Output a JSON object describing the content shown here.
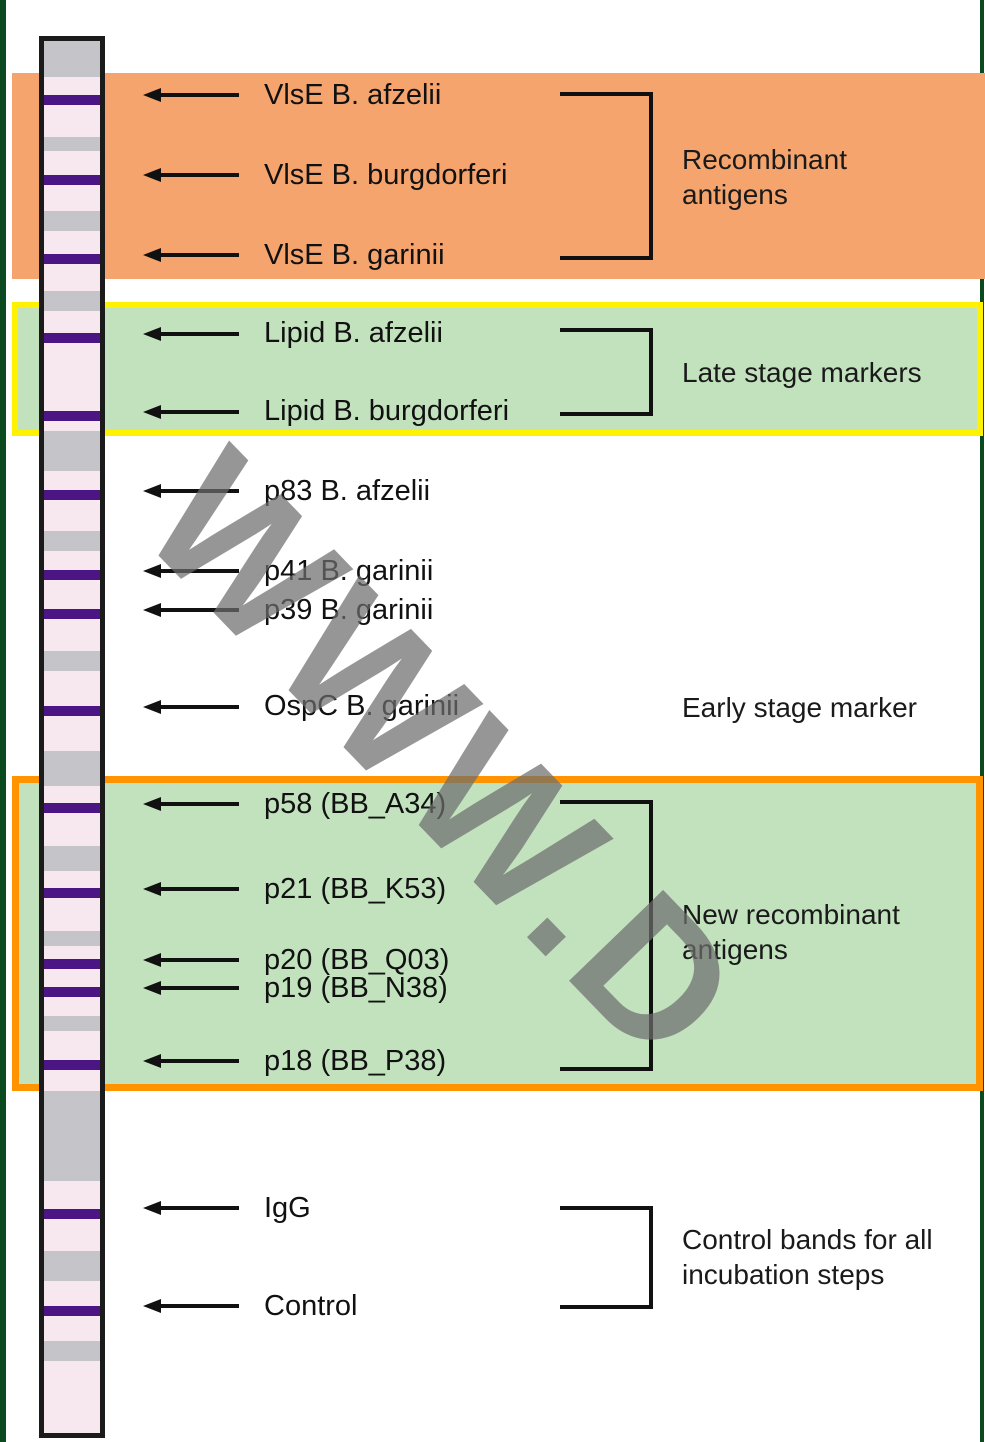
{
  "antigens": [
    {
      "id": "vlse-afzelii",
      "label": "VlsE B. afzelii"
    },
    {
      "id": "vlse-burgdorferi",
      "label": "VlsE B. burgdorferi"
    },
    {
      "id": "vlse-garinii",
      "label": "VlsE B. garinii"
    },
    {
      "id": "lipid-afzelii",
      "label": "Lipid B. afzelii"
    },
    {
      "id": "lipid-burgdorferi",
      "label": "Lipid B. burgdorferi"
    },
    {
      "id": "p83-afzelii",
      "label": "p83 B. afzelii"
    },
    {
      "id": "p41-garinii",
      "label": "p41 B. garinii"
    },
    {
      "id": "p39-garinii",
      "label": "p39 B. garinii"
    },
    {
      "id": "ospc-garinii",
      "label": "OspC B. garinii"
    },
    {
      "id": "p58",
      "label": "p58 (BB_A34)"
    },
    {
      "id": "p21",
      "label": "p21 (BB_K53)"
    },
    {
      "id": "p20",
      "label": "p20 (BB_Q03)"
    },
    {
      "id": "p19",
      "label": "p19 (BB_N38)"
    },
    {
      "id": "p18",
      "label": "p18 (BB_P38)"
    },
    {
      "id": "igg",
      "label": "IgG"
    },
    {
      "id": "control",
      "label": "Control"
    }
  ],
  "groups": {
    "recombinant": [
      "Recombinant",
      "antigens"
    ],
    "late": [
      "Late stage markers"
    ],
    "early": [
      "Early stage marker"
    ],
    "new_recombinant": [
      "New recombinant",
      "antigens"
    ],
    "control": [
      "Control bands for all",
      "incubation steps"
    ]
  },
  "watermark": "WWW.D",
  "colors": {
    "recombinant_band": "#f4a46c",
    "marker_band": "#c2e2be",
    "late_outline": "#fff200",
    "new_outline": "#ff9400",
    "strip_band": "#4b1683"
  }
}
